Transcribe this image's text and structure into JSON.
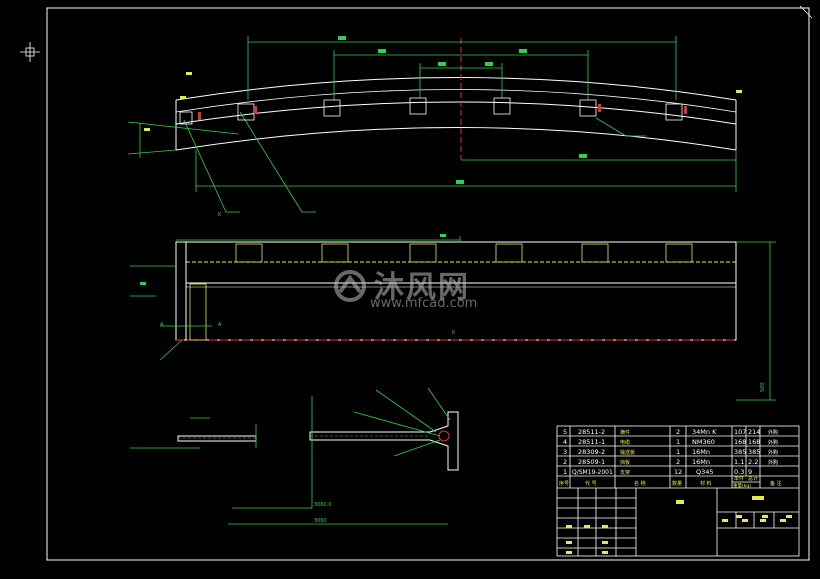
{
  "bom": {
    "rows": [
      {
        "no": "5",
        "code": "28511-2",
        "name": "横件",
        "qty": "2",
        "material": "34Mn K",
        "w1": "107",
        "w2": "214",
        "note": "外购"
      },
      {
        "no": "4",
        "code": "28511-1",
        "name": "电缆",
        "qty": "1",
        "material": "NM360",
        "w1": "168",
        "w2": "168",
        "note": "外购"
      },
      {
        "no": "3",
        "code": "28309-2",
        "name": "输送板",
        "qty": "1",
        "material": "16Mn",
        "w1": "385",
        "w2": "385",
        "note": "外购"
      },
      {
        "no": "2",
        "code": "28509-1",
        "name": "挡板",
        "qty": "2",
        "material": "16Mn",
        "w1": "1.1",
        "w2": "2.2",
        "note": "外购"
      },
      {
        "no": "1",
        "code": "Q/SM19-2001",
        "name": "支架",
        "qty": "12",
        "material": "Q345",
        "w1": "0.3",
        "w2": "9",
        "note": ""
      }
    ],
    "header": {
      "no": "序号",
      "code": "代 号",
      "name": "名 称",
      "qty": "数量",
      "material": "材 料",
      "w1": "单件",
      "w2": "总计",
      "weight_label": "重量(kg)",
      "note": "备 注"
    }
  },
  "dims": {
    "d1": "□",
    "d2": "□",
    "d3": "□",
    "d4": "□",
    "bottom_len": "3060.0",
    "bottom_total": "3060",
    "right_h": "500",
    "a1": "A",
    "a2": "A",
    "a3": "K",
    "a4": "K"
  },
  "watermark": {
    "cn": "沐风网",
    "url": "www.mfcad.com"
  }
}
